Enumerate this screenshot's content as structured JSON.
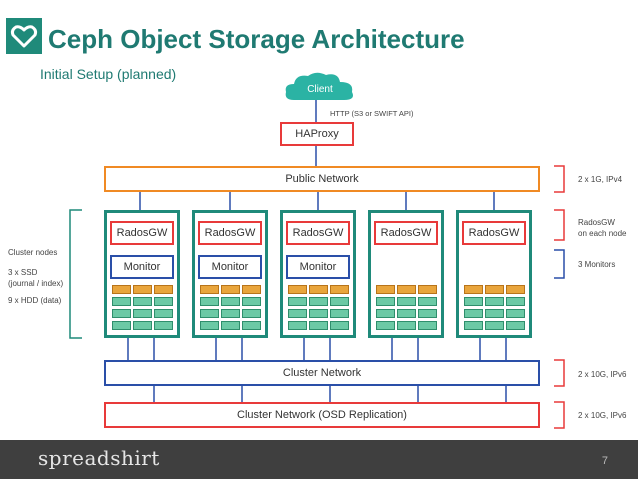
{
  "header": {
    "title": "Ceph Object Storage Architecture",
    "subtitle": "Initial Setup (planned)"
  },
  "diagram": {
    "client": "Client",
    "http_label": "HTTP (S3 or SWIFT API)",
    "haproxy": "HAProxy",
    "public_network": "Public Network",
    "radosgw": "RadosGW",
    "monitor": "Monitor",
    "cluster_network": "Cluster Network",
    "osd_network": "Cluster Network (OSD Replication)",
    "left_notes": {
      "cluster_nodes": "Cluster nodes",
      "ssd_line1": "3 x SSD",
      "ssd_line2": "(journal / index)",
      "hdd": "9 x HDD (data)"
    },
    "right_notes": {
      "public": "2 x 1G, IPv4",
      "radosgw_line1": "RadosGW",
      "radosgw_line2": "on each node",
      "monitors": "3 Monitors",
      "cluster": "2 x 10G, IPv6",
      "osd": "2 x 10G, IPv6"
    }
  },
  "footer": {
    "brand": "spreadshirt",
    "page_number": "7"
  },
  "colors": {
    "teal": "#1f8a7a",
    "orange": "#f08a24",
    "red": "#e83a3a",
    "blue": "#2a4fa8",
    "cloud": "#2bb3a4"
  }
}
